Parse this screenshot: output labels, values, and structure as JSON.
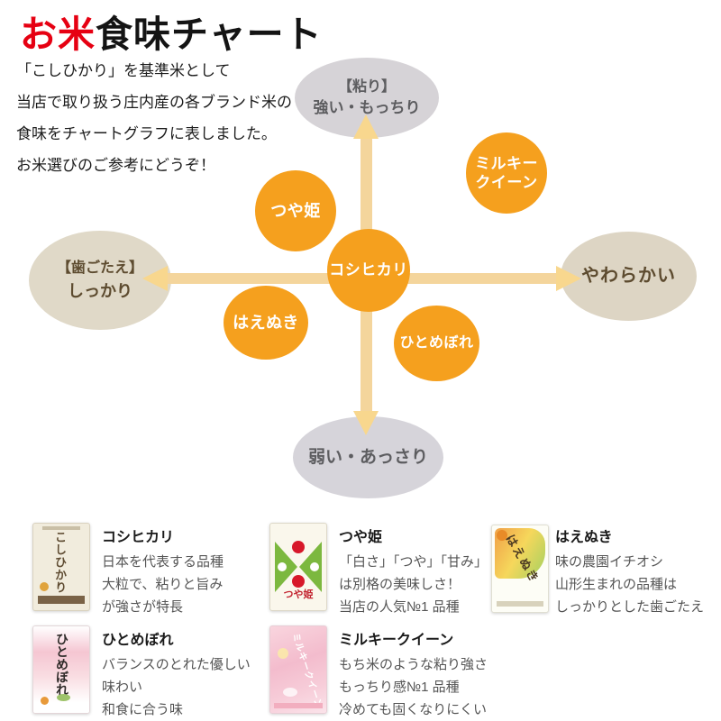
{
  "header": {
    "title_accent": "お米",
    "title_rest": "食味チャート",
    "intro_lines": [
      "「こしひかり」を基準米として",
      "当店で取り扱う庄内産の各ブランド米の",
      "食味をチャートグラフに表しました。",
      "お米選びのご参考にどうぞ！"
    ]
  },
  "chart_data": {
    "type": "scatter",
    "title": "お米食味チャート",
    "x_axis": {
      "left_label_line1": "【歯ごたえ】",
      "left_label_line2": "しっかり",
      "right_label": "やわらかい",
      "range": [
        -1,
        1
      ]
    },
    "y_axis": {
      "top_label_line1": "【粘り】",
      "top_label_line2": "強い・もっちり",
      "bottom_label": "弱い・あっさり",
      "range": [
        -1,
        1
      ]
    },
    "reference_point": "コシヒカリ",
    "points": [
      {
        "label": "コシヒカリ",
        "softness": 0,
        "stickiness": 0
      },
      {
        "label": "つや姫",
        "softness": -0.34,
        "stickiness": 0.38
      },
      {
        "label": "ミルキークイーン",
        "label_lines": [
          "ミルキー",
          "クイーン"
        ],
        "softness": 0.64,
        "stickiness": 0.62
      },
      {
        "label": "はえぬき",
        "softness": -0.48,
        "stickiness": -0.33
      },
      {
        "label": "ひとめぼれ",
        "softness": 0.31,
        "stickiness": -0.46
      }
    ]
  },
  "products": [
    {
      "name": "コシヒカリ",
      "bag_text": "こしひかり",
      "desc_lines": [
        "日本を代表する品種",
        "大粒で、粘りと旨み",
        "が強さが特長"
      ]
    },
    {
      "name": "つや姫",
      "bag_text": "つや姫",
      "desc_lines": [
        "「白さ」「つや」「甘み」",
        "は別格の美味しさ！",
        "当店の人気№1 品種"
      ]
    },
    {
      "name": "はえぬき",
      "bag_text": "はえぬき",
      "desc_lines": [
        "味の農園イチオシ",
        "山形生まれの品種は",
        "しっかりとした歯ごたえ"
      ]
    },
    {
      "name": "ひとめぼれ",
      "bag_text": "ひとめぼれ",
      "desc_lines": [
        "バランスのとれた優しい",
        "味わい",
        "和食に合う味"
      ]
    },
    {
      "name": "ミルキークイーン",
      "bag_text": "ミルキークイーン",
      "desc_lines": [
        "もち米のような粘り強さ",
        "もっちり感№1 品種",
        "冷めても固くなりにくい"
      ]
    }
  ],
  "colors": {
    "accent_orange": "#F5A01E",
    "axis_arrow": "#F4D59C",
    "axis_label_gray": "#D6D3D7",
    "axis_label_beige": "#DFD7C6",
    "title_red": "#E60012"
  }
}
